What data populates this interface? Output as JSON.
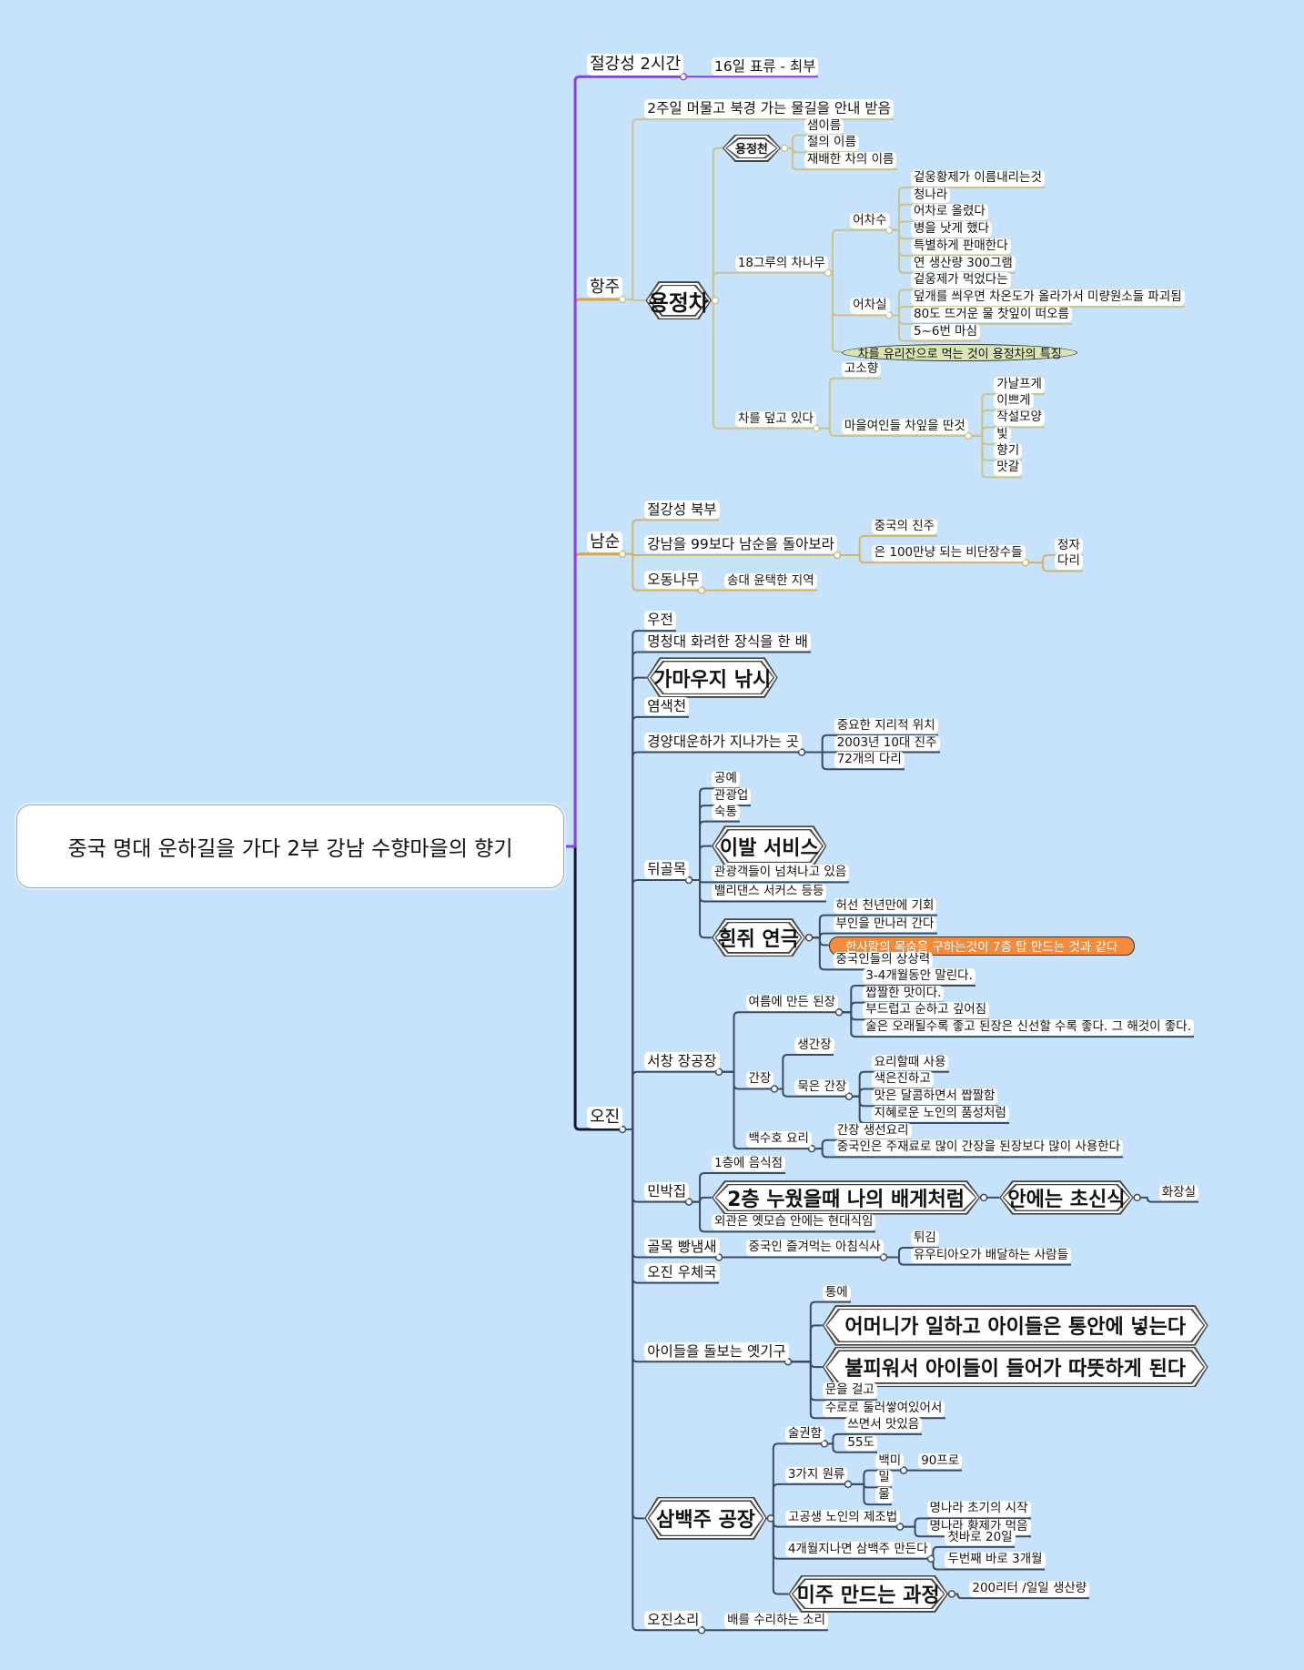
{
  "title": "중국 명대 운하길을 가다 2부 강남 수향마을의 향기",
  "colors": {
    "background": "#c6e3fb",
    "branch_purple": "#8b3cf7",
    "branch_gold": "#d9a441",
    "branch_dark": "#111827",
    "highlight_orange": "#f28c3c",
    "ellipse_green": "#d9e6b4"
  },
  "branches": [
    {
      "label": "절강성 2시간",
      "children": [
        {
          "label": "16일 표류 - 최부"
        }
      ]
    },
    {
      "label": "항주",
      "children": [
        {
          "label": "2주일 머물고 북경 가는 물길을 안내 받음"
        },
        {
          "label": "용정차",
          "children": [
            {
              "label": "용정천",
              "children": [
                {
                  "label": "샘이름"
                },
                {
                  "label": "절의 이름"
                },
                {
                  "label": "재배한 차의 이름"
                }
              ]
            },
            {
              "label": "18그루의 차나무",
              "children": [
                {
                  "label": "어차수",
                  "children": [
                    {
                      "label": "겉웅황제가 이름내리는것"
                    },
                    {
                      "label": "청나라"
                    },
                    {
                      "label": "어차로 올렸다"
                    },
                    {
                      "label": "병을 낫게 했다"
                    },
                    {
                      "label": "특별하게 판매한다"
                    },
                    {
                      "label": "연 생산량 300그램"
                    }
                  ]
                },
                {
                  "label": "어차실",
                  "children": [
                    {
                      "label": "겉웅제가 먹었다는"
                    },
                    {
                      "label": "덮개를 씌우면 차온도가 올라가서 미량원소들 파괴됨"
                    },
                    {
                      "label": "80도 뜨거운 물 찻잎이 떠오름"
                    },
                    {
                      "label": "5~6번 마심"
                    }
                  ]
                },
                {
                  "label": "차를 유리잔으로 먹는 것이 용정차의 특징"
                }
              ]
            },
            {
              "label": "차를 덮고 있다",
              "children": [
                {
                  "label": "고소향"
                },
                {
                  "label": "마을여인들 차잎을 딴것",
                  "children": [
                    {
                      "label": "가날프게"
                    },
                    {
                      "label": "이쁘게"
                    },
                    {
                      "label": "작설모양"
                    },
                    {
                      "label": "빛"
                    },
                    {
                      "label": "향기"
                    },
                    {
                      "label": "맛갈"
                    }
                  ]
                }
              ]
            }
          ]
        }
      ]
    },
    {
      "label": "남순",
      "children": [
        {
          "label": "절강성 북부"
        },
        {
          "label": "강남을 99보다 남순을 돌아보라",
          "children": [
            {
              "label": "중국의 진주"
            },
            {
              "label": "은 100만냥 되는 비단장수들",
              "children": [
                {
                  "label": "정자"
                },
                {
                  "label": "다리"
                }
              ]
            }
          ]
        },
        {
          "label": "오동나무",
          "children": [
            {
              "label": "송대 윤택한 지역"
            }
          ]
        }
      ]
    },
    {
      "label": "오진",
      "children": [
        {
          "label": "우전"
        },
        {
          "label": "명청대 화려한 장식을 한 배"
        },
        {
          "label": "가마우지 낚시"
        },
        {
          "label": "염색천"
        },
        {
          "label": "경양대운하가 지나가는 곳",
          "children": [
            {
              "label": "중요한 지리적 위치"
            },
            {
              "label": "2003년 10대 진주"
            },
            {
              "label": "72개의 다리"
            }
          ]
        },
        {
          "label": "뒤골목",
          "children": [
            {
              "label": "공예"
            },
            {
              "label": "관광업"
            },
            {
              "label": "숙통"
            },
            {
              "label": "이발 서비스"
            },
            {
              "label": "관광객들이 넘쳐나고 있음"
            },
            {
              "label": "밸리댄스  서커스 등등"
            },
            {
              "label": "흰쥐 연극",
              "children": [
                {
                  "label": "허선 천년만에 기회"
                },
                {
                  "label": "부인을 만나러 간다"
                },
                {
                  "label": "한사람의 목숨을 구하는것이 7층 탑 만드는 것과 같다"
                },
                {
                  "label": "중국인들의 상상력"
                }
              ]
            }
          ]
        },
        {
          "label": "서창 장공장",
          "children": [
            {
              "label": "여름에 만든 된장",
              "children": [
                {
                  "label": "3-4개월동안 말린다."
                },
                {
                  "label": "짭짤한 맛이다."
                },
                {
                  "label": "부드럽고 순하고 깊어짐"
                },
                {
                  "label": "술은 오래될수록 좋고 된장은 신선할 수록 좋다. 그 해것이 좋다."
                }
              ]
            },
            {
              "label": "간장",
              "children": [
                {
                  "label": "생간장"
                },
                {
                  "label": "묵은 간장",
                  "children": [
                    {
                      "label": "요리할때 사용"
                    },
                    {
                      "label": "색은진하고"
                    },
                    {
                      "label": "맛은 달콤하면서 짭짤함"
                    },
                    {
                      "label": "지혜로운 노인의 품성처럼"
                    }
                  ]
                }
              ]
            },
            {
              "label": "백수호 요리",
              "children": [
                {
                  "label": "간장 생선요리"
                },
                {
                  "label": "중국인은 주재료로 많이 간장을 된장보다 많이 사용한다"
                }
              ]
            }
          ]
        },
        {
          "label": "민박집",
          "children": [
            {
              "label": "1층에 음식점"
            },
            {
              "label": "2층 누웠을때 나의 배게처럼",
              "children": [
                {
                  "label": "안에는 초신식",
                  "children": [
                    {
                      "label": "화장실"
                    }
                  ]
                }
              ]
            },
            {
              "label": "외관은 옛모습 안에는 현대식임"
            }
          ]
        },
        {
          "label": "골목 빵냄새",
          "children": [
            {
              "label": "중국인 즐겨먹는 아침식사",
              "children": [
                {
                  "label": "튀김"
                },
                {
                  "label": "유우티아오가 배달하는 사람들"
                }
              ]
            }
          ]
        },
        {
          "label": "오진 우체국"
        },
        {
          "label": "아이들을 돌보는 옛기구",
          "children": [
            {
              "label": "통에"
            },
            {
              "label": "어머니가 일하고 아이들은 통안에 넣는다"
            },
            {
              "label": "불피워서 아이들이 들어가 따뜻하게 된다"
            },
            {
              "label": "문을 걸고"
            },
            {
              "label": "수로로 둘러쌓여있어서"
            }
          ]
        },
        {
          "label": "삼백주 공장",
          "children": [
            {
              "label": "술권함",
              "children": [
                {
                  "label": "쓰면서 맛있음"
                },
                {
                  "label": "55도"
                }
              ]
            },
            {
              "label": "3가지 원류",
              "children": [
                {
                  "label": "백미",
                  "children": [
                    {
                      "label": "90프로"
                    }
                  ]
                },
                {
                  "label": "밀"
                },
                {
                  "label": "물"
                }
              ]
            },
            {
              "label": "고공생 노인의 제조법",
              "children": [
                {
                  "label": "명나라 초기의 시작"
                },
                {
                  "label": "명나라 황제가 먹음"
                }
              ]
            },
            {
              "label": "4개월지나면 삼백주 만든다",
              "children": [
                {
                  "label": "첫바로 20일"
                },
                {
                  "label": "두번째 바로 3개월"
                }
              ]
            },
            {
              "label": "미주 만드는 과정",
              "children": [
                {
                  "label": "200리터 /일일 생산량"
                }
              ]
            }
          ]
        },
        {
          "label": "오진소리",
          "children": [
            {
              "label": "배를 수리하는 소리"
            }
          ]
        }
      ]
    }
  ]
}
